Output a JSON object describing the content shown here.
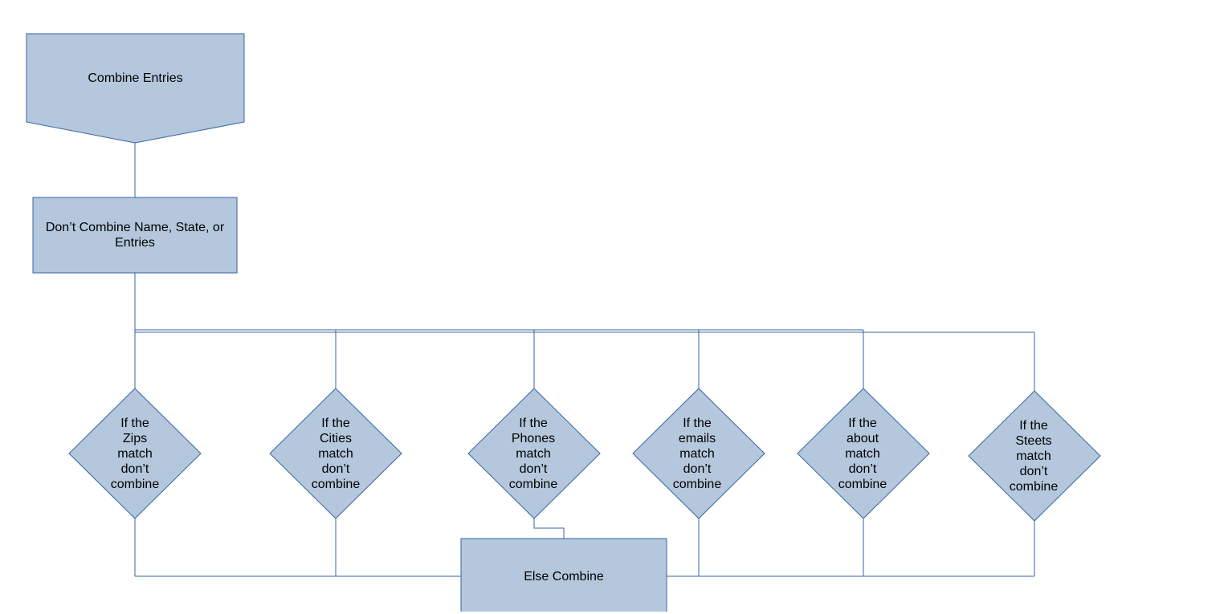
{
  "colors": {
    "shape_fill": "#b4c7dc",
    "shape_stroke": "#3465a4",
    "connector": "#3465a4",
    "text": "#000000"
  },
  "start": {
    "label": "Combine Entries"
  },
  "filter": {
    "label": "Don’t Combine Name, State, or\nEntries"
  },
  "decisions": [
    {
      "label": "If the\nZips\nmatch\ndon’t\ncombine"
    },
    {
      "label": "If the\nCities\nmatch\ndon’t\ncombine"
    },
    {
      "label": "If the\nPhones\nmatch\ndon’t\ncombine"
    },
    {
      "label": "If the\nemails\nmatch\ndon’t\ncombine"
    },
    {
      "label": "If the\nabout\nmatch\ndon’t\ncombine"
    },
    {
      "label": "If the\nSteets\nmatch\ndon’t\ncombine"
    }
  ],
  "end": {
    "label": "Else Combine"
  }
}
